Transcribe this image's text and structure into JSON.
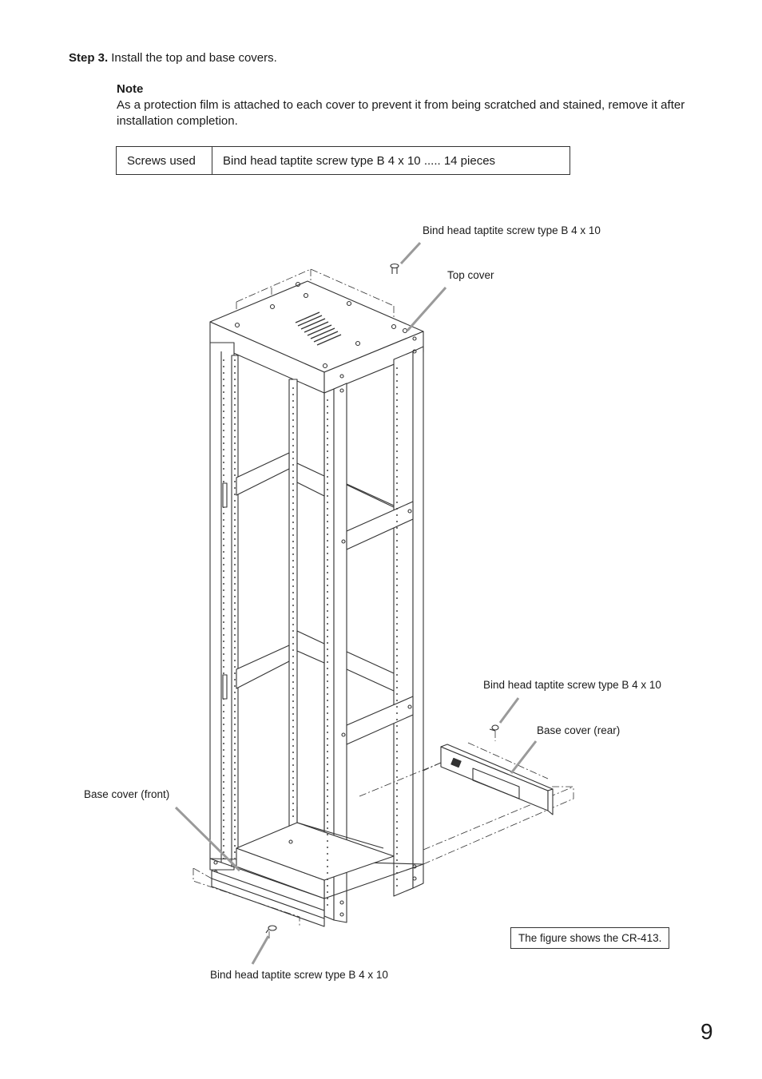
{
  "step": {
    "label": "Step 3.",
    "text": "Install the top and base covers."
  },
  "note": {
    "title": "Note",
    "body": "As a protection film is attached to each cover to prevent it from being scratched and stained, remove it after installation completion."
  },
  "screws_table": {
    "header": "Screws used",
    "value": "Bind head taptite screw type B 4 x 10 ..... 14 pieces"
  },
  "callouts": {
    "screw_top": "Bind head taptite screw type B 4 x 10",
    "top_cover": "Top cover",
    "screw_rear": "Bind head taptite screw type B 4 x 10",
    "base_cover_rear": "Base cover (rear)",
    "base_cover_front": "Base cover (front)",
    "screw_front": "Bind head taptite screw type B 4 x 10"
  },
  "figure_note": "The figure shows the CR-413.",
  "page_number": "9"
}
